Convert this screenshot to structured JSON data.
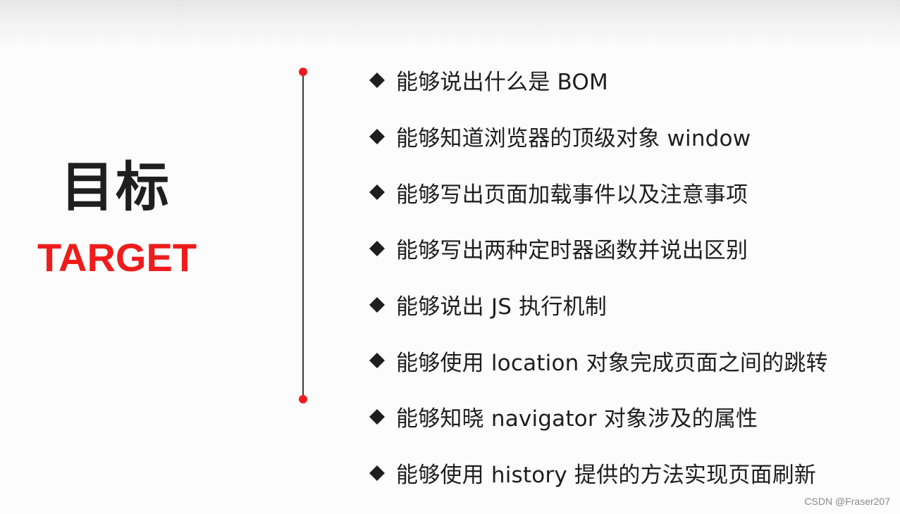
{
  "colors": {
    "accent": "#ee1c1c",
    "text": "#1e1e1e",
    "timeline": "#3a3a3a",
    "background": "#fcfcfc",
    "watermark": "#8a8a8a"
  },
  "title": {
    "zh": "目标",
    "en": "TARGET"
  },
  "bullet_icon": "diamond-bullet",
  "objectives": [
    "能够说出什么是 BOM",
    "能够知道浏览器的顶级对象 window",
    "能够写出页面加载事件以及注意事项",
    "能够写出两种定时器函数并说出区别",
    "能够说出 JS 执行机制",
    "能够使用 location 对象完成页面之间的跳转",
    "能够知晓 navigator 对象涉及的属性",
    "能够使用 history 提供的方法实现页面刷新"
  ],
  "watermark": "CSDN @Fraser207"
}
